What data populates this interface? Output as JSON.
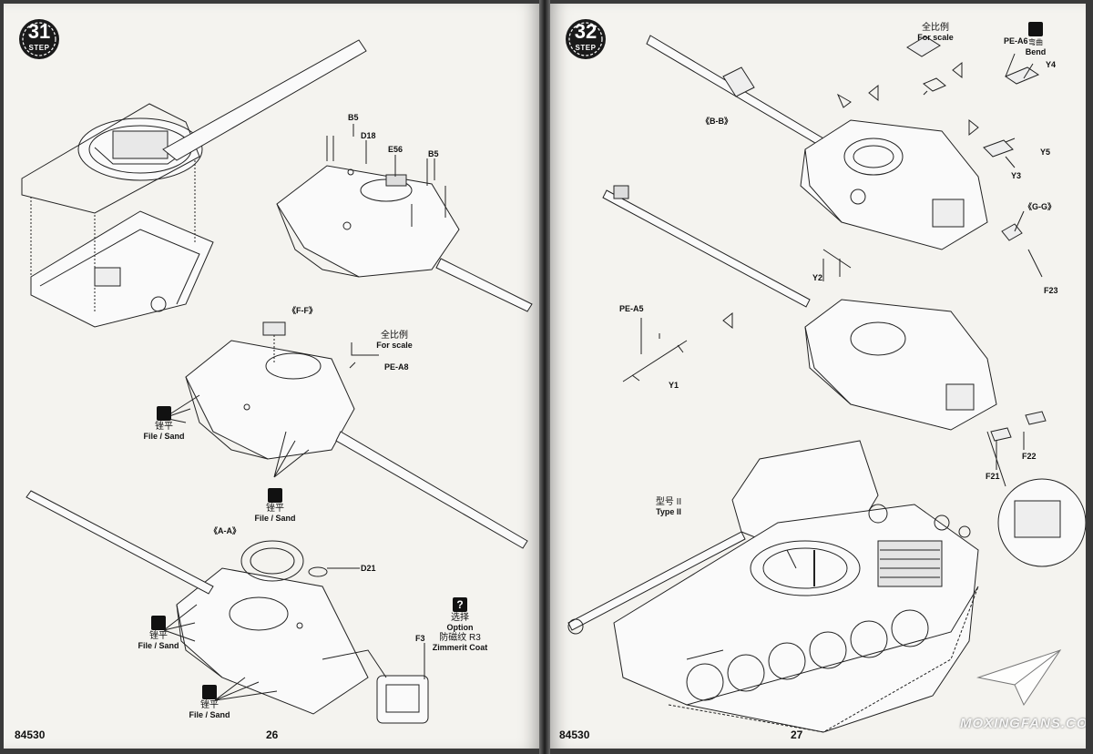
{
  "left_page": {
    "step_number": "31",
    "step_word": "STEP",
    "part_labels": {
      "b5_left": "B5",
      "d18": "D18",
      "e56": "E56",
      "b5_right": "B5",
      "ff_section": "《F-F》",
      "pe_a8": "PE-A8",
      "aa_section": "《A-A》",
      "d21": "D21",
      "f3": "F3"
    },
    "full_scale": {
      "cjk": "全比例",
      "en": "For scale"
    },
    "file_sand_1": {
      "cjk": "锉平",
      "en": "File / Sand"
    },
    "file_sand_2": {
      "cjk": "锉平",
      "en": "File / Sand"
    },
    "file_sand_3": {
      "cjk": "锉平",
      "en": "File / Sand"
    },
    "file_sand_4": {
      "cjk": "锉平",
      "en": "File / Sand"
    },
    "option": {
      "icon": "?",
      "cjk": "选择",
      "en": "Option",
      "zimmerit_cjk": "防磁纹 R3",
      "zimmerit_en": "Zimmerit Coat"
    },
    "catalog_number": "84530",
    "page_number": "26"
  },
  "right_page": {
    "step_number": "32",
    "step_word": "STEP",
    "part_labels": {
      "pe_a6": "PE-A6",
      "y4": "Y4",
      "bb_section": "《B-B》",
      "y5": "Y5",
      "y3": "Y3",
      "gg_section": "《G-G》",
      "y2": "Y2",
      "f23": "F23",
      "pe_a5": "PE-A5",
      "y1": "Y1",
      "f22": "F22",
      "f21": "F21"
    },
    "full_scale": {
      "cjk": "全比例",
      "en": "For scale"
    },
    "bend": {
      "cjk": "弯曲",
      "en": "Bend"
    },
    "type_label": {
      "cjk": "型号 II",
      "en": "Type II"
    },
    "catalog_number": "84530",
    "page_number": "27"
  },
  "watermark": "MOXINGFANS.COM",
  "colors": {
    "paper": "#f4f3ef",
    "ink": "#111111",
    "badge": "#1a1a1a",
    "background": "#3a3a3a"
  }
}
